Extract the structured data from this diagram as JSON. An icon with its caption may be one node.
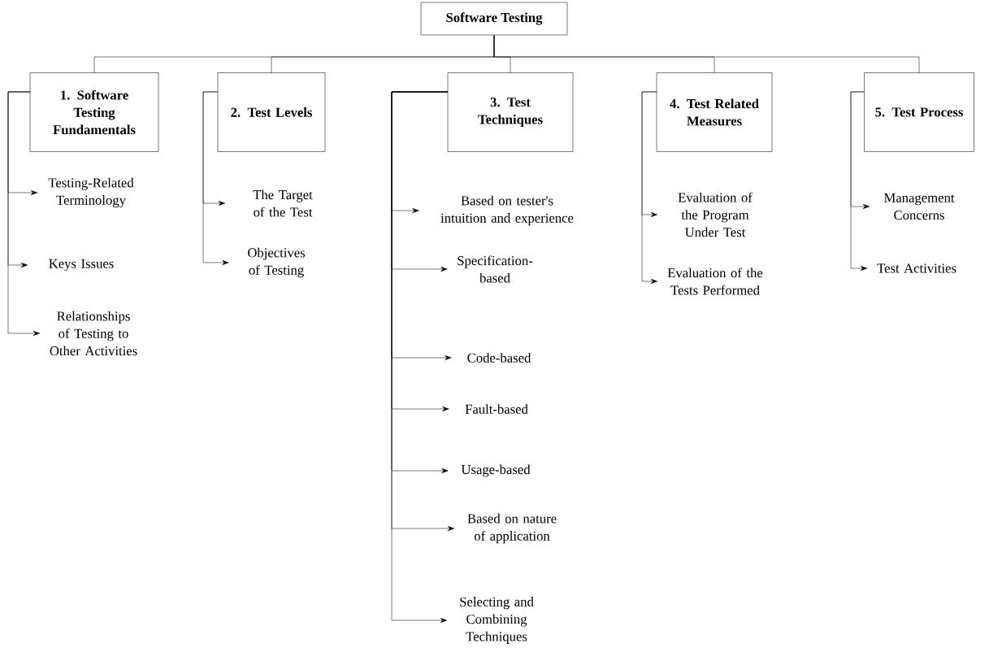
{
  "diagram": {
    "nodes": [
      {
        "text": [
          "Software Testing"
        ]
      },
      {
        "text": [
          "1. Software Testing Fundamentals"
        ]
      },
      {
        "text": [
          "2. Test Levels"
        ]
      },
      {
        "text": [
          "3. Test Techniques"
        ]
      },
      {
        "text": [
          "4. Test Related Measures"
        ]
      },
      {
        "text": [
          "5.  Test Process"
        ]
      },
      {
        "text": [
          "Testing-Related Terminology"
        ]
      },
      {
        "text": [
          "Keys Issues"
        ]
      },
      {
        "text": [
          "Relationships of Testing to Other Activities"
        ]
      },
      {
        "text": [
          "The Target of the Test"
        ]
      },
      {
        "text": [
          "Objectives of Testing"
        ]
      },
      {
        "text": [
          "Based on tester's intuition and experience"
        ]
      },
      {
        "text": [
          "Specification-based"
        ]
      },
      {
        "text": [
          "Code-based"
        ]
      },
      {
        "text": [
          "Fault-based"
        ]
      },
      {
        "text": [
          "Usage-based"
        ]
      },
      {
        "text": [
          "Based on nature of application"
        ]
      },
      {
        "text": [
          "Selecting and Combining Techniques"
        ]
      },
      {
        "text": [
          "Evaluation of the Program Under Test"
        ]
      },
      {
        "text": [
          "Evaluation of the Tests Performed"
        ]
      },
      {
        "text": [
          "Management Concerns"
        ]
      },
      {
        "text": [
          "Test Activities"
        ]
      }
    ],
    "edges": [
      {
        "from": 0,
        "to": 1,
        "arrow": "none"
      },
      {
        "from": 0,
        "to": 2,
        "arrow": "none"
      },
      {
        "from": 0,
        "to": 3,
        "arrow": "none"
      },
      {
        "from": 0,
        "to": 4,
        "arrow": "none"
      },
      {
        "from": 0,
        "to": 5,
        "arrow": "none"
      },
      {
        "from": 1,
        "to": 6,
        "arrow": "to"
      },
      {
        "from": 1,
        "to": 7,
        "arrow": "to"
      },
      {
        "from": 1,
        "to": 8,
        "arrow": "to"
      },
      {
        "from": 2,
        "to": 9,
        "arrow": "to"
      },
      {
        "from": 2,
        "to": 10,
        "arrow": "to"
      },
      {
        "from": 3,
        "to": 11,
        "arrow": "to"
      },
      {
        "from": 3,
        "to": 12,
        "arrow": "to"
      },
      {
        "from": 3,
        "to": 13,
        "arrow": "to"
      },
      {
        "from": 3,
        "to": 14,
        "arrow": "to"
      },
      {
        "from": 3,
        "to": 15,
        "arrow": "to"
      },
      {
        "from": 3,
        "to": 16,
        "arrow": "to"
      },
      {
        "from": 3,
        "to": 17,
        "arrow": "to"
      },
      {
        "from": 4,
        "to": 18,
        "arrow": "to"
      },
      {
        "from": 4,
        "to": 19,
        "arrow": "to"
      },
      {
        "from": 5,
        "to": 20,
        "arrow": "to"
      },
      {
        "from": 5,
        "to": 21,
        "arrow": "to"
      }
    ]
  }
}
